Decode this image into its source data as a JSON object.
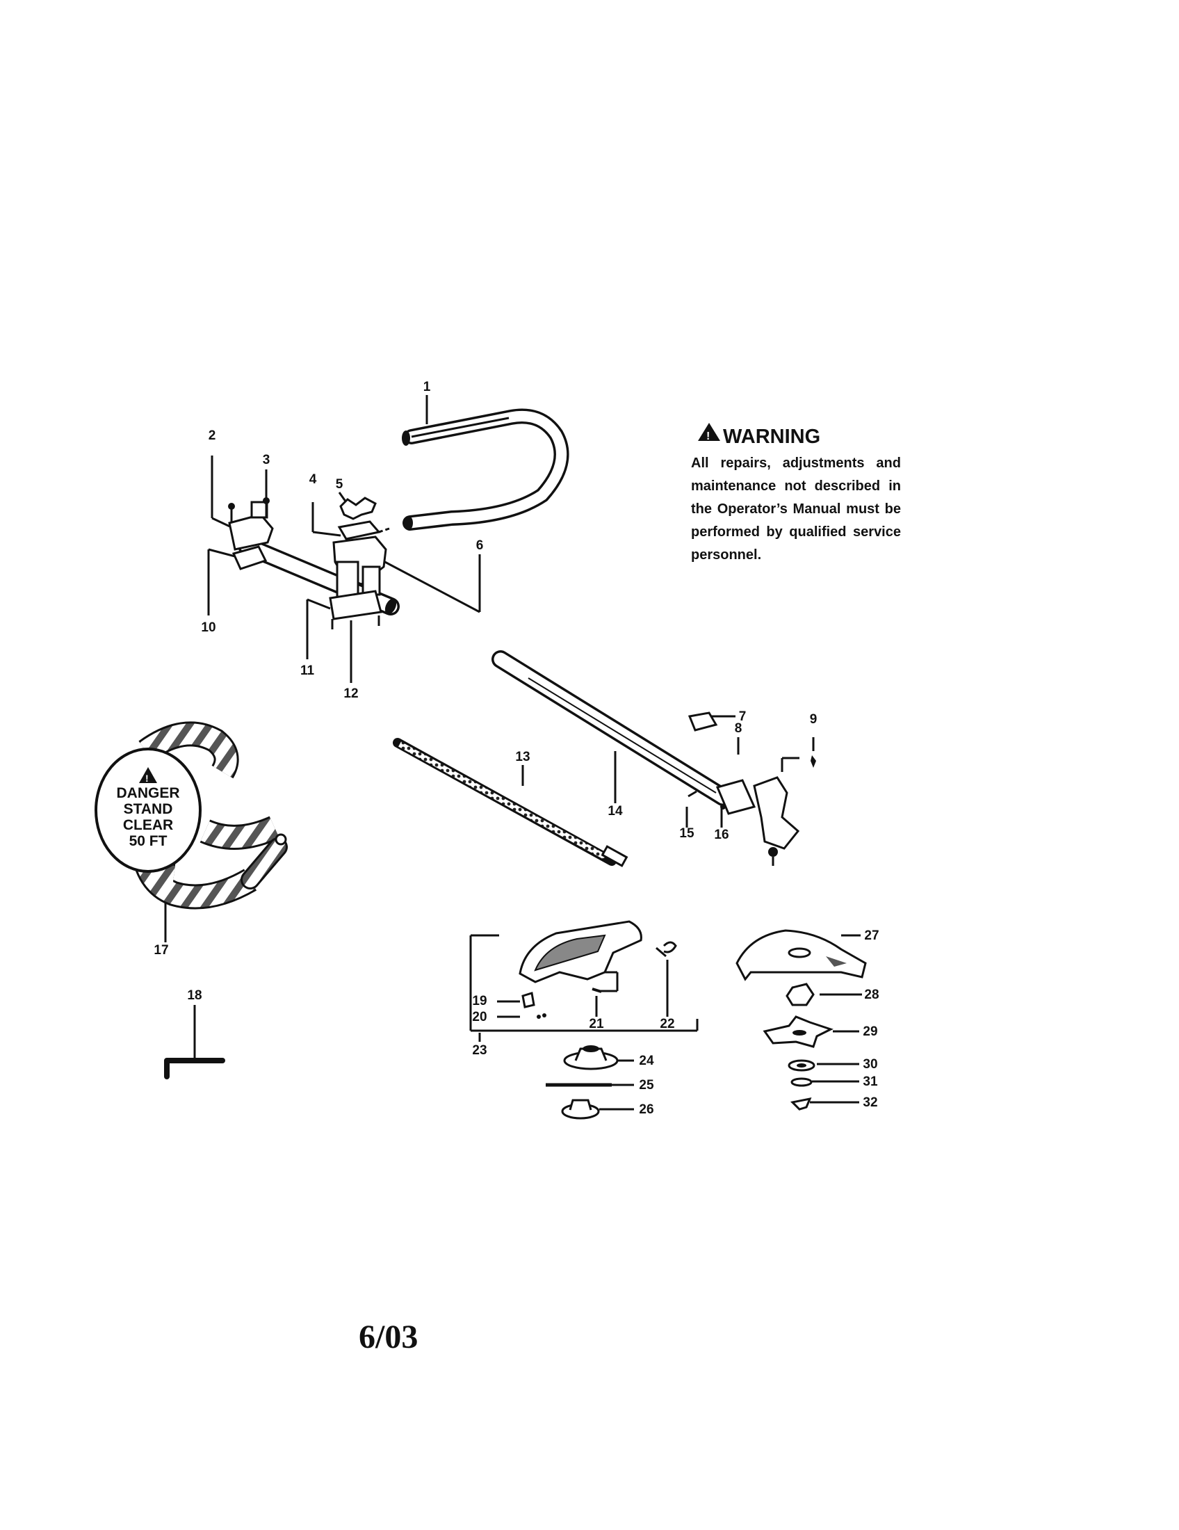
{
  "warning": {
    "title": "WARNING",
    "text": "All repairs, adjustments and maintenance not described in the Operator’s Manual must be performed by qualified service personnel."
  },
  "danger_tag": {
    "line1": "DANGER",
    "line2": "STAND",
    "line3": "CLEAR",
    "line4": "50 FT"
  },
  "date_code": "6/03",
  "part_labels": {
    "p1": "1",
    "p2": "2",
    "p3": "3",
    "p4": "4",
    "p5": "5",
    "p6": "6",
    "p7": "7",
    "p8": "8",
    "p9": "9",
    "p10": "10",
    "p11": "11",
    "p12": "12",
    "p13": "13",
    "p14": "14",
    "p15": "15",
    "p16": "16",
    "p17": "17",
    "p18": "18",
    "p19": "19",
    "p20": "20",
    "p21": "21",
    "p22": "22",
    "p23": "23",
    "p24": "24",
    "p25": "25",
    "p26": "26",
    "p27": "27",
    "p28": "28",
    "p29": "29",
    "p30": "30",
    "p31": "31",
    "p32": "32"
  }
}
